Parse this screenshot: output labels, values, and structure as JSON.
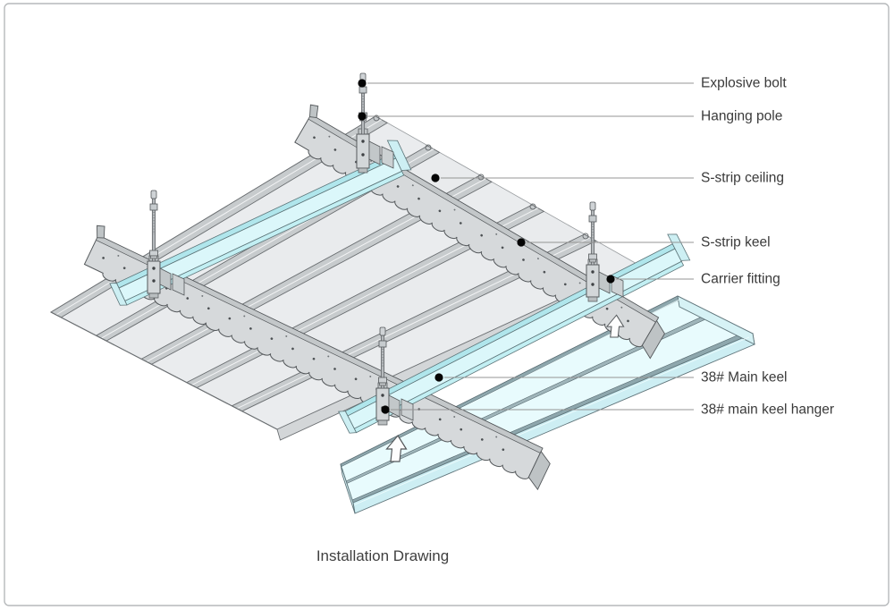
{
  "figure": {
    "caption": "Installation Drawing",
    "type": "ceiling-system-installation-diagram"
  },
  "callouts": [
    {
      "id": "explosive-bolt",
      "label": "Explosive bolt"
    },
    {
      "id": "hanging-pole",
      "label": "Hanging pole"
    },
    {
      "id": "s-strip-ceiling",
      "label": "S-strip ceiling"
    },
    {
      "id": "s-strip-keel",
      "label": "S-strip keel"
    },
    {
      "id": "carrier-fitting",
      "label": "Carrier fitting"
    },
    {
      "id": "main-keel",
      "label": "38# Main keel"
    },
    {
      "id": "main-keel-hanger",
      "label": "38# main keel hanger"
    }
  ],
  "colors": {
    "background": "#ffffff",
    "page_border": "#b6b9bb",
    "ceiling_strip": "#e9ebed",
    "joint_rib": "#c7cbcd",
    "s_strip_keel": "#d6d9db",
    "main_keel_cyan": "#dbf7fa",
    "installing_panel_cyan": "#e8fbfd",
    "leader_line": "#949494",
    "leader_dot": "#050505",
    "label_text": "#3a3a3a"
  }
}
